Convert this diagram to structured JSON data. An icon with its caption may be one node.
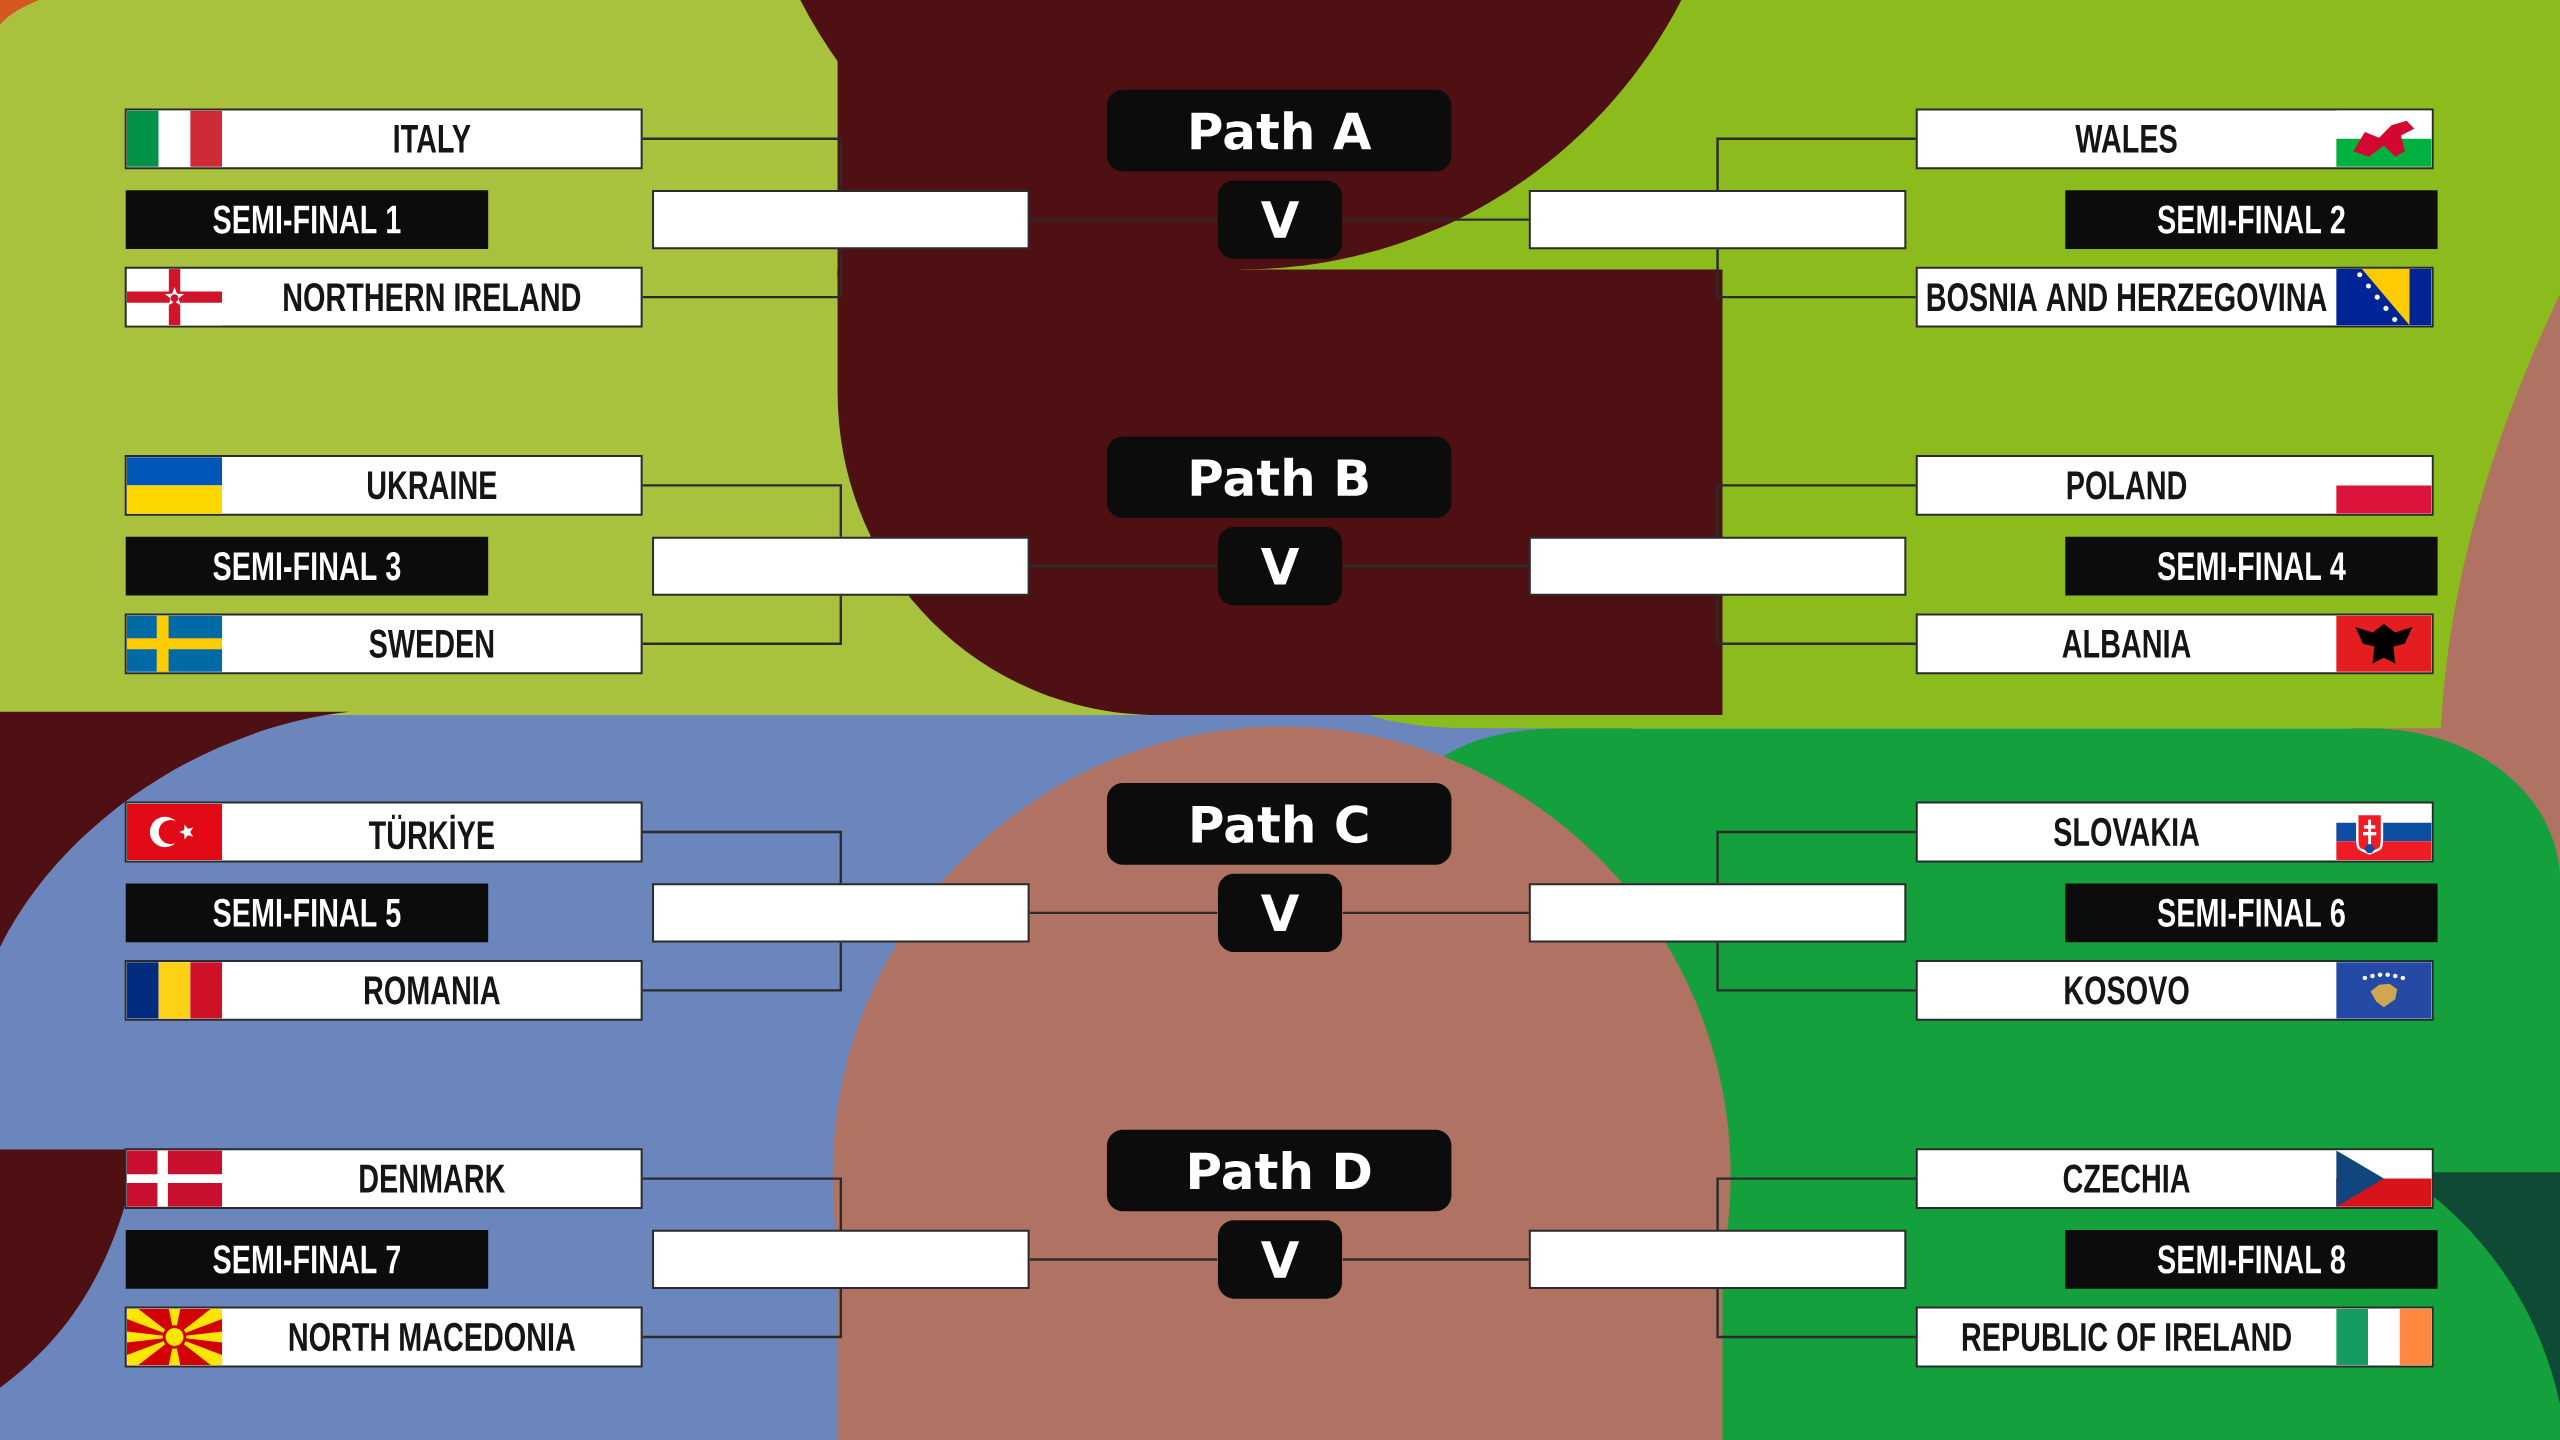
{
  "diagram": {
    "nodes": [
      {
        "text": [
          "ITALY"
        ]
      },
      {
        "text": [
          "Path A"
        ]
      },
      {
        "text": [
          "WALES"
        ]
      },
      {
        "text": [
          "SEMI-FINAL 1"
        ]
      },
      {
        "text": [],
        "shape": "box"
      },
      {
        "text": [
          "V"
        ]
      },
      {
        "text": [],
        "shape": "box"
      },
      {
        "text": [
          "SEMI-FINAL 2"
        ]
      },
      {
        "text": [
          "NORTHERN IRELAND"
        ]
      },
      {
        "text": [
          "BOSNIA AND HERZEGOVINA"
        ]
      },
      {
        "text": [
          "UKRAINE"
        ]
      },
      {
        "text": [
          "Path B"
        ]
      },
      {
        "text": [
          "POLAND"
        ]
      },
      {
        "text": [
          "SEMI-FINAL 3"
        ]
      },
      {
        "text": [],
        "shape": "box"
      },
      {
        "text": [
          "V"
        ]
      },
      {
        "text": [],
        "shape": "box"
      },
      {
        "text": [
          "SEMI-FINAL 4"
        ]
      },
      {
        "text": [
          "SWEDEN"
        ]
      },
      {
        "text": [
          "ALBANIA"
        ]
      },
      {
        "text": [
          "TÜRKİYE"
        ]
      },
      {
        "text": [
          "Path C"
        ]
      },
      {
        "text": [
          "SLOVAKIA"
        ]
      },
      {
        "text": [
          "SEMI-FINAL 5"
        ]
      },
      {
        "text": [],
        "shape": "box"
      },
      {
        "text": [
          "V"
        ]
      },
      {
        "text": [],
        "shape": "box"
      },
      {
        "text": [
          "SEMI-FINAL 6"
        ]
      },
      {
        "text": [
          "ROMANIA"
        ]
      },
      {
        "text": [
          "KOSOVO"
        ]
      },
      {
        "text": [
          "DENMARK"
        ]
      },
      {
        "text": [
          "Path D"
        ]
      },
      {
        "text": [
          "CZECHIA"
        ]
      },
      {
        "text": [
          "SEMI-FINAL 7"
        ]
      },
      {
        "text": [],
        "shape": "box"
      },
      {
        "text": [
          "V"
        ]
      },
      {
        "text": [],
        "shape": "box"
      },
      {
        "text": [
          "SEMI-FINAL 8"
        ]
      },
      {
        "text": [
          "NORTH MACEDONIA"
        ]
      },
      {
        "text": [
          "REPUBLIC OF IRELAND"
        ]
      }
    ],
    "edges": [
      {
        "from": 0,
        "to": 4,
        "arrow": "none"
      },
      {
        "from": 8,
        "to": 4,
        "arrow": "none"
      },
      {
        "from": 4,
        "to": 5,
        "arrow": "none"
      },
      {
        "from": 5,
        "to": 6,
        "arrow": "none"
      },
      {
        "from": 2,
        "to": 6,
        "arrow": "none"
      },
      {
        "from": 9,
        "to": 6,
        "arrow": "none"
      },
      {
        "from": 10,
        "to": 14,
        "arrow": "none"
      },
      {
        "from": 18,
        "to": 14,
        "arrow": "none"
      },
      {
        "from": 14,
        "to": 15,
        "arrow": "none"
      },
      {
        "from": 15,
        "to": 16,
        "arrow": "none"
      },
      {
        "from": 12,
        "to": 16,
        "arrow": "none"
      },
      {
        "from": 19,
        "to": 16,
        "arrow": "none"
      },
      {
        "from": 20,
        "to": 24,
        "arrow": "none"
      },
      {
        "from": 28,
        "to": 24,
        "arrow": "none"
      },
      {
        "from": 24,
        "to": 25,
        "arrow": "none"
      },
      {
        "from": 25,
        "to": 26,
        "arrow": "none"
      },
      {
        "from": 22,
        "to": 26,
        "arrow": "none"
      },
      {
        "from": 29,
        "to": 26,
        "arrow": "none"
      },
      {
        "from": 30,
        "to": 34,
        "arrow": "none"
      },
      {
        "from": 38,
        "to": 34,
        "arrow": "none"
      },
      {
        "from": 34,
        "to": 35,
        "arrow": "none"
      },
      {
        "from": 35,
        "to": 36,
        "arrow": "none"
      },
      {
        "from": 32,
        "to": 36,
        "arrow": "none"
      },
      {
        "from": 39,
        "to": 36,
        "arrow": "none"
      }
    ]
  }
}
